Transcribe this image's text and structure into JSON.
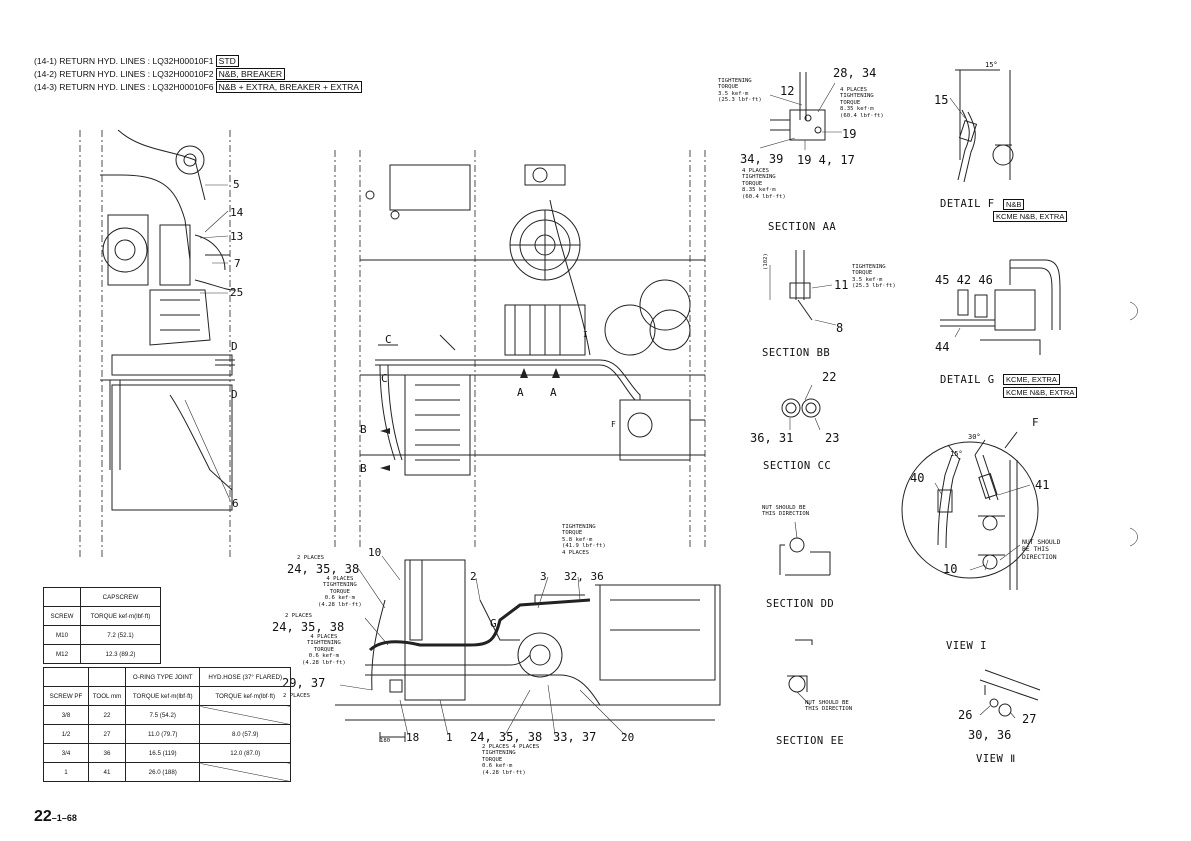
{
  "header": {
    "lines": [
      {
        "text": "(14-1) RETURN HYD. LINES : LQ32H00010F1",
        "box": "STD"
      },
      {
        "text": "(14-2) RETURN HYD. LINES : LQ32H00010F2",
        "box": "N&B, BREAKER"
      },
      {
        "text": "(14-3) RETURN HYD. LINES : LQ32H00010F6",
        "box": "N&B + EXTRA, BREAKER + EXTRA"
      }
    ]
  },
  "left_view": {
    "callouts": [
      "5",
      "14",
      "13",
      "7",
      "25",
      "D",
      "D",
      "6"
    ]
  },
  "center_view": {
    "callouts": [
      "C",
      "C",
      "A",
      "A",
      "B",
      "B",
      "F",
      "I"
    ]
  },
  "bottom_view": {
    "callouts": {
      "c10": "10",
      "c2": "2",
      "c3": "3",
      "c32_36": "32, 36",
      "c24a": "24, 35, 38",
      "c24b": "24, 35, 38",
      "c29": "29, 37",
      "cG": "G",
      "c18": "18",
      "c1": "1",
      "c24c": "24, 35, 38",
      "c33": "33, 37",
      "c20": "20",
      "dim180": "180"
    },
    "notes": {
      "places2a": "2 PLACES",
      "torque_a": "4 PLACES\nTIGHTENING\nTORQUE\n0.6 kef·m\n(4.28 lbf·ft)",
      "places2b": "2 PLACES",
      "torque_b": "4 PLACES\nTIGHTENING\nTORQUE\n0.6 kef·m\n(4.28 lbf·ft)",
      "places2c": "2 PLACES",
      "torque_top": "TIGHTENING\nTORQUE\n5.8 kef·m\n(41.9 lbf·ft)\n4 PLACES",
      "torque_bottom": "2 PLACES 4 PLACES\nTIGHTENING\nTORQUE\n0.6 kef·m\n(4.28 lbf·ft)"
    }
  },
  "section_aa": {
    "title": "SECTION AA",
    "c12": "12",
    "c28": "28, 34",
    "c19": "19",
    "c34": "34, 39",
    "c19b": "19 4, 17",
    "torque_left": "TIGHTENING\nTORQUE\n3.5 kef·m\n(25.3 lbf·ft)",
    "torque_right": "4 PLACES\nTIGHTENING\nTORQUE\n8.35 kef·m\n(60.4 lbf·ft)",
    "torque_bottom": "4 PLACES\nTIGHTENING\nTORQUE\n8.35 kef·m\n(60.4 lbf·ft)"
  },
  "section_bb": {
    "title": "SECTION BB",
    "c11": "11",
    "c8": "8",
    "dim": "(102)",
    "torque": "TIGHTENING\nTORQUE\n3.5 kef·m\n(25.3 lbf·ft)"
  },
  "section_cc": {
    "title": "SECTION CC",
    "c22": "22",
    "c36": "36, 31",
    "c23": "23"
  },
  "section_dd": {
    "title": "SECTION DD",
    "note": "NUT SHOULD BE\nTHIS DIRECTION"
  },
  "section_ee": {
    "title": "SECTION EE",
    "note": "NUT SHOULD BE\nTHIS DIRECTION"
  },
  "detail_f": {
    "title": "DETAIL F",
    "box1": "N&B",
    "box2": "KCME N&B, EXTRA",
    "c15": "15",
    "angle": "15°"
  },
  "detail_g": {
    "title": "DETAIL G",
    "box1": "KCME, EXTRA",
    "box2": "KCME N&B, EXTRA",
    "c45": "45 42 46",
    "c44": "44"
  },
  "view_i": {
    "title": "VIEW I",
    "c40": "40",
    "c41": "41",
    "c10": "10",
    "cF": "F",
    "a30": "30°",
    "a15": "15°",
    "note": "NUT SHOULD\nBE THIS\nDIRECTION"
  },
  "view_ii": {
    "title": "VIEW Ⅱ",
    "c26": "26",
    "c27": "27",
    "c30": "30, 36"
  },
  "capscrew_table": {
    "header": [
      "",
      "CAPSCREW"
    ],
    "sub": [
      "SCREW",
      "TORQUE kef·m(lbf·ft)"
    ],
    "rows": [
      [
        "M10",
        "7.2 (52.1)"
      ],
      [
        "M12",
        "12.3 (89.2)"
      ]
    ]
  },
  "oring_table": {
    "header": [
      "",
      "",
      "O-RING TYPE JOINT",
      "HYD.HOSE (37° FLARED)"
    ],
    "sub": [
      "SCREW PF",
      "TOOL mm",
      "TORQUE kef·m(lbf·ft)",
      "TORQUE kef·m(lbf·ft)"
    ],
    "rows": [
      [
        "3/8",
        "22",
        "7.5 (54.2)",
        ""
      ],
      [
        "1/2",
        "27",
        "11.0 (79.7)",
        "8.0 (57.9)"
      ],
      [
        "3/4",
        "36",
        "16.5 (119)",
        "12.0 (87.0)"
      ],
      [
        "1",
        "41",
        "26.0 (188)",
        ""
      ]
    ]
  },
  "page_number": {
    "main": "22",
    "sub": "–1–68"
  }
}
